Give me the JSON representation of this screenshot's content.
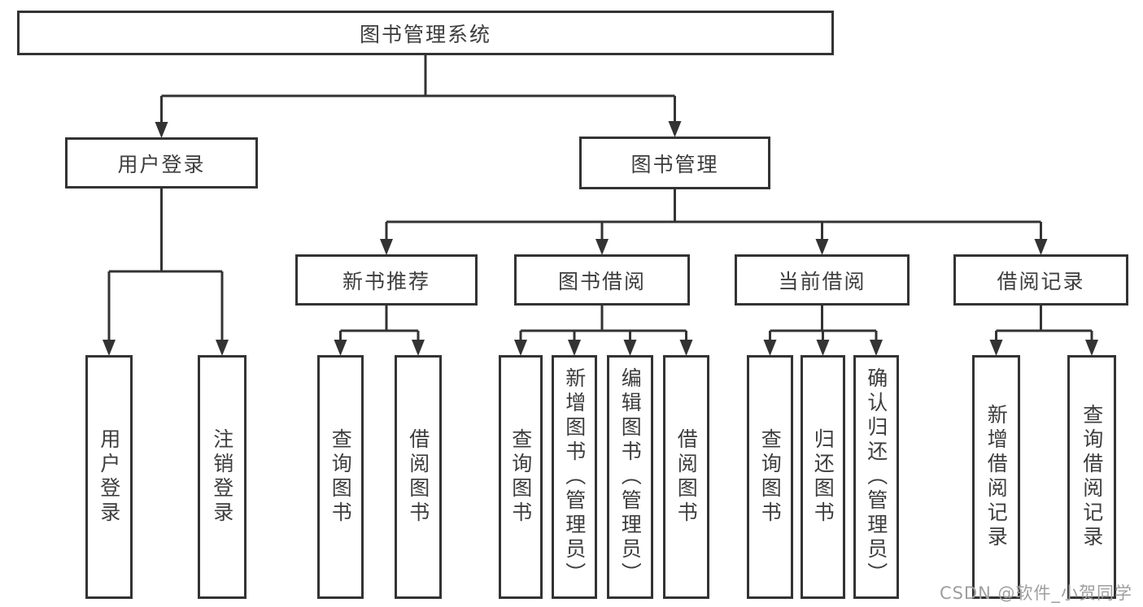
{
  "nodes": {
    "root": "图书管理系统",
    "user_login": "用户登录",
    "book_management": "图书管理",
    "new_book_recommend": "新书推荐",
    "book_borrow": "图书借阅",
    "current_borrow": "当前借阅",
    "borrow_records": "借阅记录"
  },
  "leaves": {
    "user_login": "用户登录",
    "logout": "注销登录",
    "recommend_query_book": "查询图书",
    "recommend_borrow_book": "借阅图书",
    "borrow_query_book": "查询图书",
    "borrow_add_book": "新增图书（管理员）",
    "borrow_edit_book": "编辑图书（管理员）",
    "borrow_borrow_book": "借阅图书",
    "current_query_book": "查询图书",
    "current_return_book": "归还图书",
    "current_confirm_return": "确认归还（管理员）",
    "records_add_record": "新增借阅记录",
    "records_query_record": "查询借阅记录"
  },
  "watermark": "CSDN @软件_小贺同学",
  "colors": {
    "line": "#333333",
    "text": "#3d3d3d",
    "box_background": "#ffffff",
    "watermark": "#9e9e9e"
  }
}
